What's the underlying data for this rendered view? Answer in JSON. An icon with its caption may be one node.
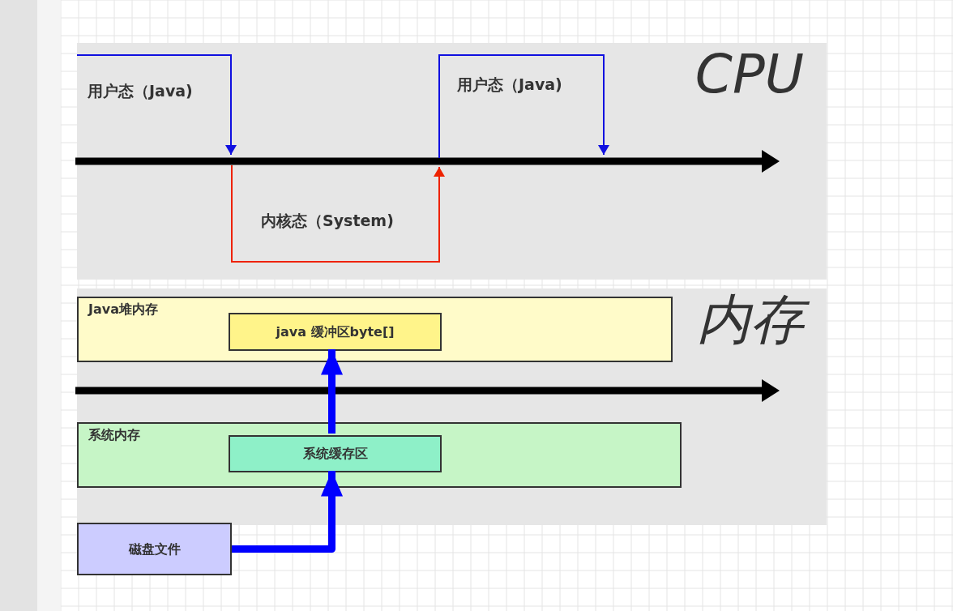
{
  "diagram": {
    "nodes": [
      {
        "text": [
          "CPU"
        ]
      },
      {
        "text": [
          "内存"
        ]
      },
      {
        "text": [
          "Java堆内存"
        ],
        "in": 1
      },
      {
        "text": [
          "java 缓冲区byte[]"
        ],
        "in": 2
      },
      {
        "text": [
          "系统内存"
        ],
        "in": 1
      },
      {
        "text": [
          "系统缓存区"
        ],
        "in": 4
      },
      {
        "text": [
          "磁盘文件"
        ]
      }
    ],
    "edges": [
      {
        "from": 6,
        "to": 5,
        "arrow": "to"
      },
      {
        "from": 5,
        "to": 3,
        "arrow": "to"
      }
    ],
    "labels": [
      "用户态（Java)",
      "用户态（Java)",
      "内核态（System)"
    ]
  }
}
